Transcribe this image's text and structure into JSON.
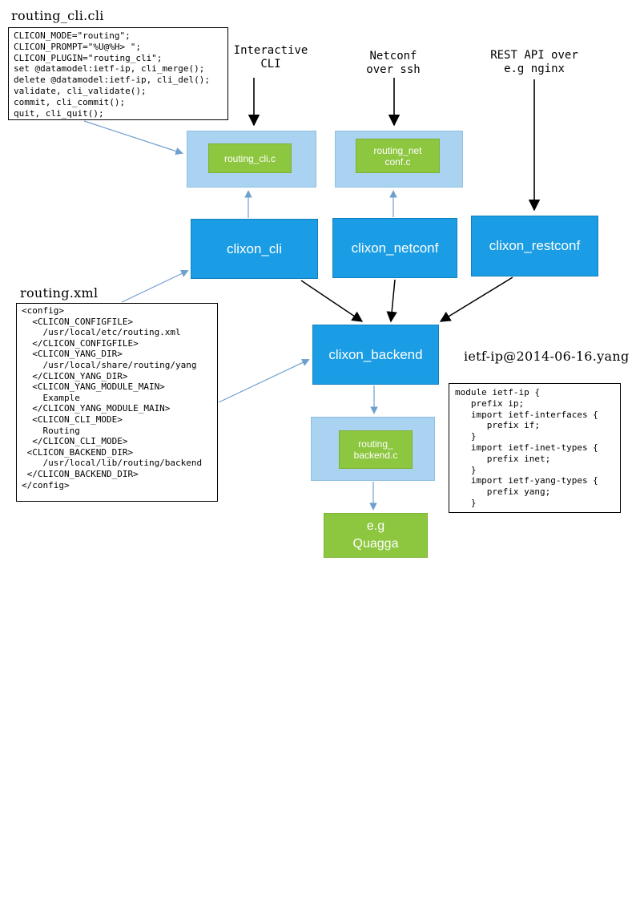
{
  "colors": {
    "node_blue": "#1A9DE4",
    "node_light_blue": "#A9D3F1",
    "node_green": "#8DC63F",
    "arrow_black": "#000000",
    "arrow_blue": "#6F9FCF"
  },
  "files": {
    "cli": {
      "title": "routing_cli.cli",
      "code": "CLICON_MODE=\"routing\";\nCLICON_PROMPT=\"%U@%H> \";\nCLICON_PLUGIN=\"routing_cli\";\nset @datamodel:ietf-ip, cli_merge();\ndelete @datamodel:ietf-ip, cli_del();\nvalidate, cli_validate();\ncommit, cli_commit();\nquit, cli_quit();"
    },
    "xml": {
      "title": "routing.xml",
      "code": "<config>\n  <CLICON_CONFIGFILE>\n    /usr/local/etc/routing.xml\n  </CLICON_CONFIGFILE>\n  <CLICON_YANG_DIR>\n    /usr/local/share/routing/yang\n  </CLICON_YANG_DIR>\n  <CLICON_YANG_MODULE_MAIN>\n    Example\n  </CLICON_YANG_MODULE_MAIN>\n  <CLICON_CLI_MODE>\n    Routing\n  </CLICON_CLI_MODE>\n <CLICON_BACKEND_DIR>\n    /usr/local/lib/routing/backend\n </CLICON_BACKEND_DIR>\n</config>"
    },
    "yang": {
      "title": "ietf-ip@2014-06-16.yang",
      "code": "module ietf-ip {\n   prefix ip;\n   import ietf-interfaces {\n      prefix if;\n   }\n   import ietf-inet-types {\n      prefix inet;\n   }\n   import ietf-yang-types {\n      prefix yang;\n   }"
    }
  },
  "labels": {
    "interactive_cli": "Interactive\nCLI",
    "netconf_ssh": "Netconf\nover ssh",
    "rest_api": "REST API over\ne.g nginx"
  },
  "nodes": {
    "routing_cli_plugin": "routing_cli.c",
    "routing_netconf_plugin": "routing_net\nconf.c",
    "clixon_cli": "clixon_cli",
    "clixon_netconf": "clixon_netconf",
    "clixon_restconf": "clixon_restconf",
    "clixon_backend": "clixon_backend",
    "routing_backend_plugin": "routing_\nbackend.c",
    "quagga": "e.g\nQuagga"
  }
}
